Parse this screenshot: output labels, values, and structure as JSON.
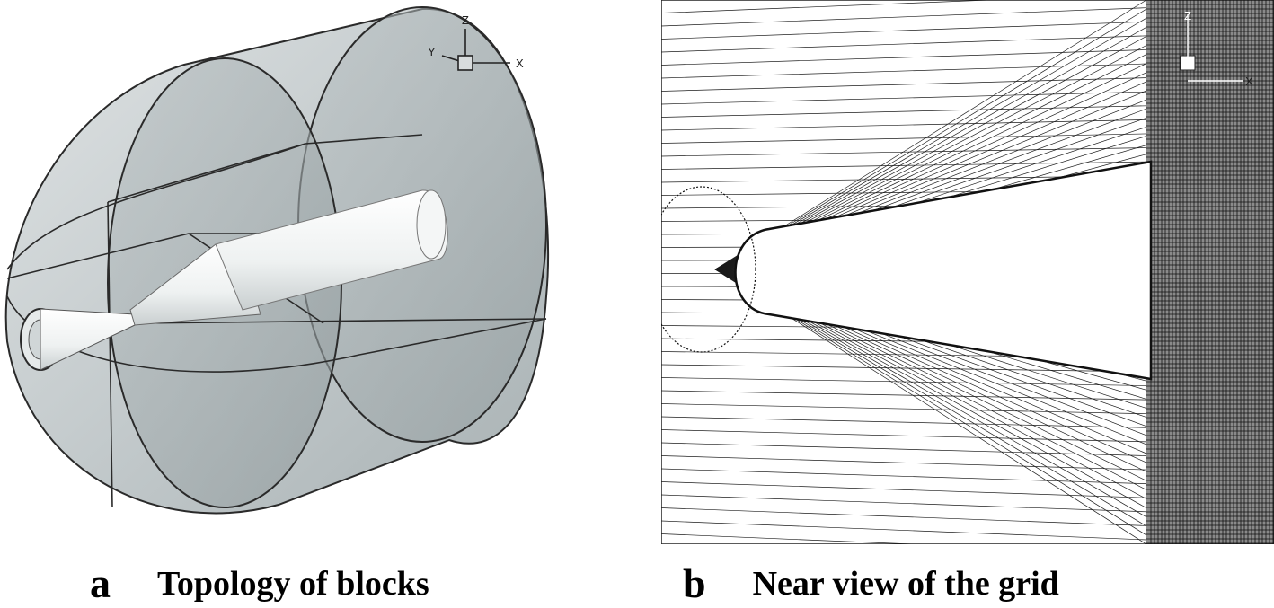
{
  "figure": {
    "panel_a": {
      "letter": "a",
      "caption": "Topology of blocks",
      "axis_labels": {
        "z": "Z",
        "y": "Y",
        "x": "X"
      }
    },
    "panel_b": {
      "letter": "b",
      "caption": "Near view of the grid",
      "axis_labels": {
        "z": "Z",
        "x": "X"
      }
    }
  },
  "colors": {
    "block_fill": "#c6ccce",
    "block_dark": "#a5aeb0",
    "block_edge": "#2a2a2a",
    "grid_line": "#1c1c1c",
    "body_fill": "#ffffff"
  }
}
